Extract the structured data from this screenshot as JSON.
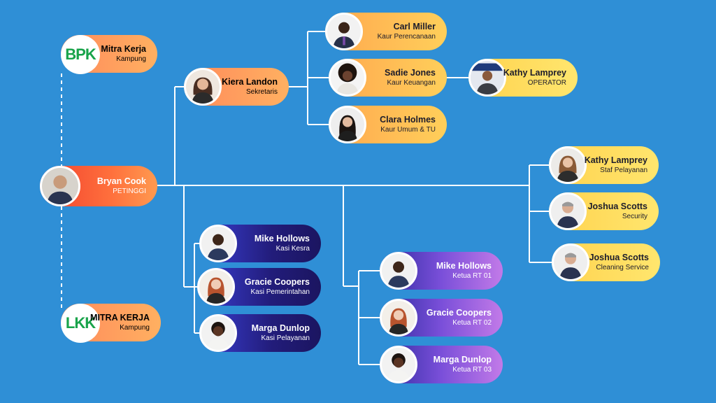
{
  "partners": [
    {
      "logo_text": "BPK",
      "name": "Mitra Kerja",
      "role": "Kampung"
    },
    {
      "logo_text": "LKK",
      "name": "MITRA KERJA",
      "role": "Kampung"
    }
  ],
  "head": {
    "name": "Bryan Cook",
    "role": "PETINGGI"
  },
  "secretary": {
    "name": "Kiera Landon",
    "role": "Sekretaris"
  },
  "kaur": [
    {
      "name": "Carl Miller",
      "role": "Kaur Perencanaan"
    },
    {
      "name": "Sadie Jones",
      "role": "Kaur Keuangan"
    },
    {
      "name": "Clara Holmes",
      "role": "Kaur Umum & TU"
    }
  ],
  "operator": {
    "name": "Kathy Lamprey",
    "role": "OPERATOR"
  },
  "staff": [
    {
      "name": "Kathy Lamprey",
      "role": "Staf Pelayanan"
    },
    {
      "name": "Joshua Scotts",
      "role": "Security"
    },
    {
      "name": "Joshua Scotts",
      "role": "Cleaning Service"
    }
  ],
  "kasi": [
    {
      "name": "Mike Hollows",
      "role": "Kasi Kesra"
    },
    {
      "name": "Gracie Coopers",
      "role": "Kasi Pemerintahan"
    },
    {
      "name": "Marga Dunlop",
      "role": "Kasi Pelayanan"
    }
  ],
  "rt": [
    {
      "name": "Mike Hollows",
      "role": "Ketua RT 01"
    },
    {
      "name": "Gracie Coopers",
      "role": "Ketua RT 02"
    },
    {
      "name": "Marga Dunlop",
      "role": "Ketua RT 03"
    }
  ],
  "colors": {
    "background": "#2f8fd6",
    "connector": "#ffffff",
    "logo_green": "#18a34a"
  }
}
